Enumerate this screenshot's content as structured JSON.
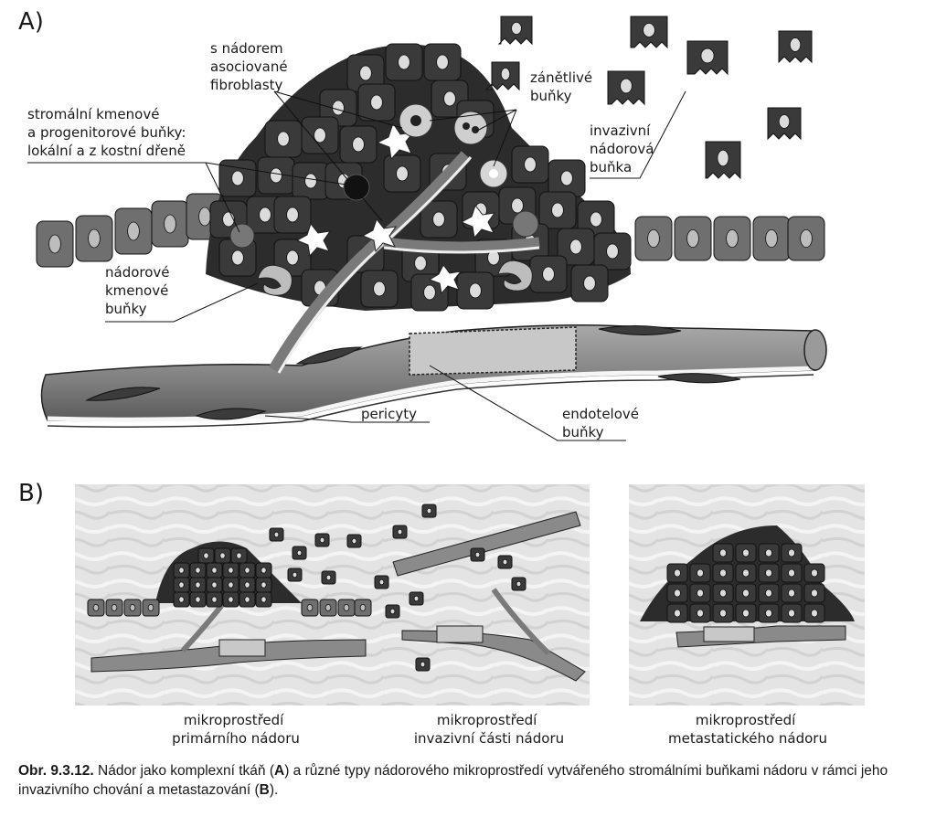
{
  "panel_a": {
    "label": "A)",
    "labels": {
      "fibroblasts": [
        "s nádorem",
        "asociované",
        "fibroblasty"
      ],
      "inflammatory": [
        "zánětlivé",
        "buňky"
      ],
      "stromal_stem": [
        "stromální kmenové",
        "a progenitorové buňky:",
        "lokální a z kostní dřeně"
      ],
      "invasive": [
        "invazivní",
        "nádorová",
        "buňka"
      ],
      "tumor_stem": [
        "nádorové",
        "kmenové",
        "buňky"
      ],
      "pericytes": [
        "pericyty"
      ],
      "endothelial": [
        "endotelové",
        "buňky"
      ]
    }
  },
  "panel_b": {
    "label": "B)",
    "captions": {
      "primary": [
        "mikroprostředí",
        "primárního nádoru"
      ],
      "invasive": [
        "mikroprostředí",
        "invazivní části nádoru"
      ],
      "metastatic": [
        "mikroprostředí",
        "metastatického nádoru"
      ]
    }
  },
  "figure_caption": {
    "prefix": "Obr. 9.3.12.",
    "t1": " Nádor jako komplexní tkáň (",
    "a": "A",
    "t2": ") a různé typy nádorového mikroprostředí vytvářeného stromálními buňkami nádoru v rámci jeho invazivního chování a metastazování (",
    "b": "B",
    "t3": ")."
  },
  "colors": {
    "tumor_cell": "#3a3a3a",
    "normal_cell": "#6f6f6f",
    "vessel": "#8c8c8c",
    "background_texture": "#e6e6e6"
  }
}
